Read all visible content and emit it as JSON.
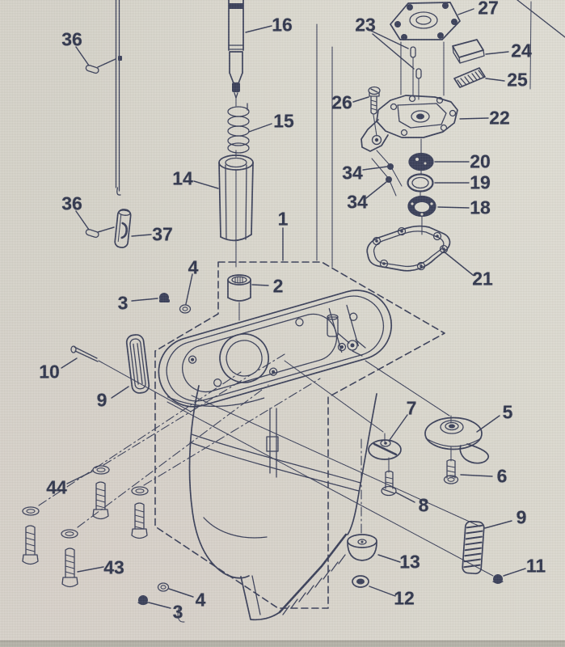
{
  "figure": {
    "type": "exploded-parts-diagram"
  },
  "colors": {
    "background": "#d7d4ca",
    "line": "#2e3450",
    "label": "#232942",
    "page_edge": "#97948a",
    "bottom_strip": "#b2afa5"
  },
  "callouts": [
    {
      "label": "36",
      "depicts": "pin"
    },
    {
      "label": "16",
      "depicts": "driveshaft"
    },
    {
      "label": "23",
      "depicts": "dowel-pins"
    },
    {
      "label": "27",
      "depicts": "pump-cover-plate"
    },
    {
      "label": "24",
      "depicts": "key"
    },
    {
      "label": "25",
      "depicts": "ribbed-pin"
    },
    {
      "label": "26",
      "depicts": "screw"
    },
    {
      "label": "22",
      "depicts": "water-pump-base"
    },
    {
      "label": "15",
      "depicts": "spring"
    },
    {
      "label": "20",
      "depicts": "oil-seal"
    },
    {
      "label": "14",
      "depicts": "bearing-carrier-tube"
    },
    {
      "label": "34",
      "depicts": "pin-dot"
    },
    {
      "label": "19",
      "depicts": "o-ring"
    },
    {
      "label": "34",
      "depicts": "pin-dot"
    },
    {
      "label": "18",
      "depicts": "ball-bearing"
    },
    {
      "label": "36",
      "depicts": "pin"
    },
    {
      "label": "37",
      "depicts": "clip-sleeve"
    },
    {
      "label": "1",
      "depicts": "gearcase-assembly"
    },
    {
      "label": "21",
      "depicts": "gasket"
    },
    {
      "label": "2",
      "depicts": "sleeve-bearing"
    },
    {
      "label": "4",
      "depicts": "washer"
    },
    {
      "label": "3",
      "depicts": "nut"
    },
    {
      "label": "10",
      "depicts": "pin"
    },
    {
      "label": "9",
      "depicts": "intake-screen"
    },
    {
      "label": "7",
      "depicts": "slotted-washer"
    },
    {
      "label": "5",
      "depicts": "impeller"
    },
    {
      "label": "6",
      "depicts": "bolt"
    },
    {
      "label": "8",
      "depicts": "bolt"
    },
    {
      "label": "44",
      "depicts": "washers"
    },
    {
      "label": "9",
      "depicts": "spring"
    },
    {
      "label": "13",
      "depicts": "anode"
    },
    {
      "label": "11",
      "depicts": "nut"
    },
    {
      "label": "43",
      "depicts": "bolts"
    },
    {
      "label": "12",
      "depicts": "nut"
    },
    {
      "label": "4",
      "depicts": "washer"
    },
    {
      "label": "3",
      "depicts": "nut"
    }
  ]
}
